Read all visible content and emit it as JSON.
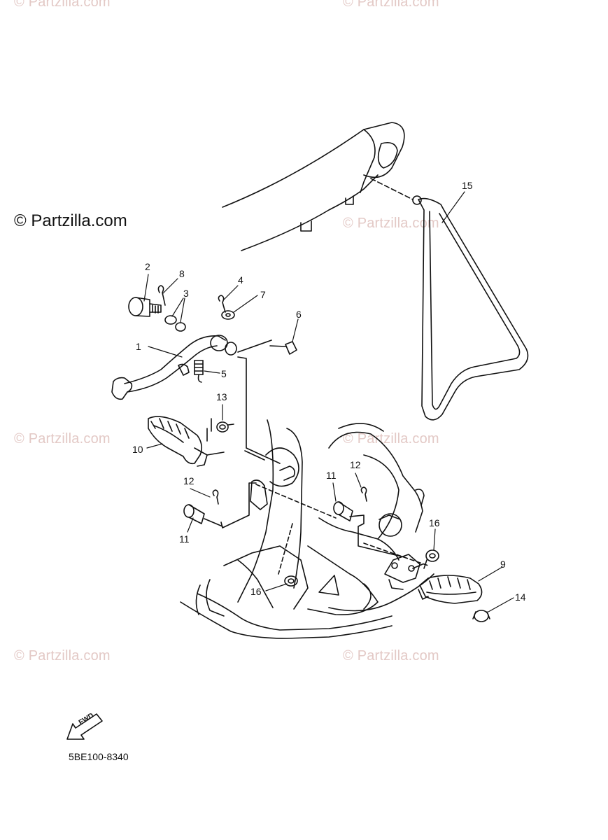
{
  "watermark": {
    "main_text": "© Partzilla.com",
    "faint_text": "© Partzilla.com"
  },
  "callouts": [
    "1",
    "2",
    "3",
    "4",
    "5",
    "6",
    "7",
    "8",
    "9",
    "10",
    "11",
    "11",
    "12",
    "12",
    "13",
    "14",
    "15",
    "16",
    "16"
  ],
  "fwd_label": "FWD",
  "diagram_code": "5BE100-8340"
}
